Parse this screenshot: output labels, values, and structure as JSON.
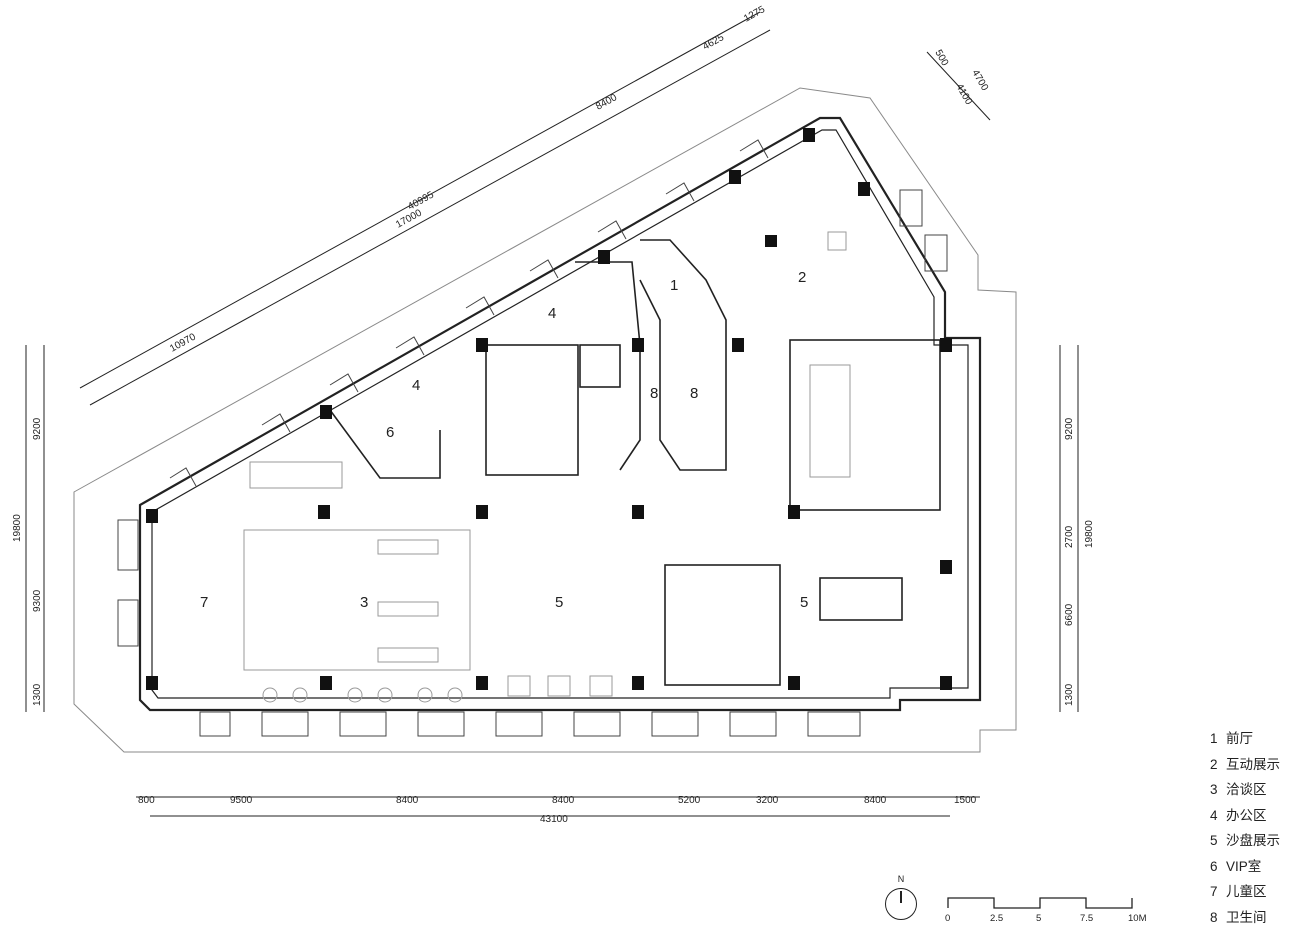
{
  "dimensions": {
    "top_total": "40995",
    "top_parts": [
      "10970",
      "17000",
      "8400",
      "4625",
      "1275"
    ],
    "top_right": [
      "500",
      "4700",
      "4100"
    ],
    "left_total": "19800",
    "left_parts": [
      "9200",
      "9300",
      "1300"
    ],
    "right_total": "19800",
    "right_parts": [
      "9200",
      "2700",
      "6600",
      "1300"
    ],
    "bottom_total": "43100",
    "bottom_parts": [
      "800",
      "9500",
      "8400",
      "8400",
      "5200",
      "3200",
      "8400",
      "1500"
    ]
  },
  "rooms": {
    "r1": "1",
    "r2": "2",
    "r3": "3",
    "r4a": "4",
    "r4b": "4",
    "r5a": "5",
    "r5b": "5",
    "r6": "6",
    "r7": "7",
    "r8a": "8",
    "r8b": "8"
  },
  "legend": [
    {
      "num": "1",
      "label": "前厅"
    },
    {
      "num": "2",
      "label": "互动展示"
    },
    {
      "num": "3",
      "label": "洽谈区"
    },
    {
      "num": "4",
      "label": "办公区"
    },
    {
      "num": "5",
      "label": "沙盘展示"
    },
    {
      "num": "6",
      "label": "VIP室"
    },
    {
      "num": "7",
      "label": "儿童区"
    },
    {
      "num": "8",
      "label": "卫生间"
    }
  ],
  "compass": {
    "label": "N",
    "icon": "north-arrow-icon"
  },
  "scale": {
    "ticks": [
      "0",
      "2.5",
      "5",
      "7.5",
      "10M"
    ]
  },
  "colors": {
    "line": "#222222",
    "column": "#111111",
    "thin": "#9a9a9a"
  }
}
